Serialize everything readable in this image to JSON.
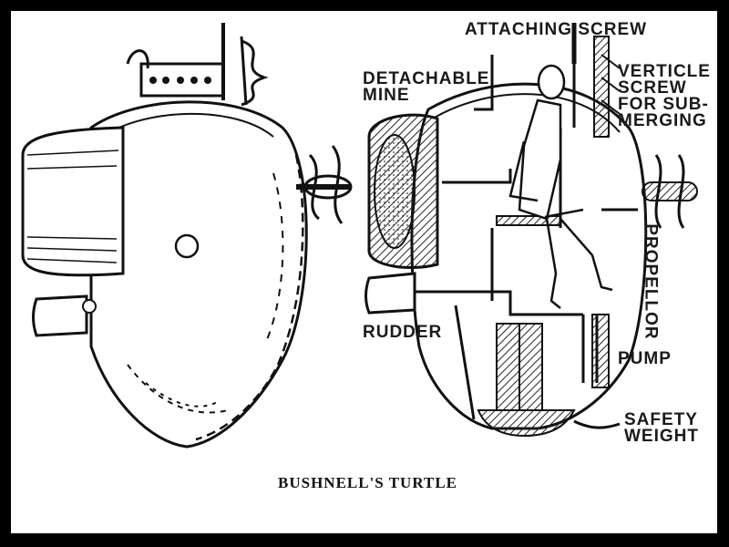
{
  "labels": {
    "attaching_screw": "ATTACHING SCREW",
    "detachable_mine": "DETACHABLE\nMINE",
    "verticle_screw": "VERTICLE\nSCREW\nFOR SUB-\nMERGING",
    "propeller": "PROPELLOR",
    "rudder": "RUDDER",
    "pump": "PUMP",
    "safety_weight": "SAFETY\nWEIGHT"
  },
  "caption": "BUSHNELL'S TURTLE"
}
